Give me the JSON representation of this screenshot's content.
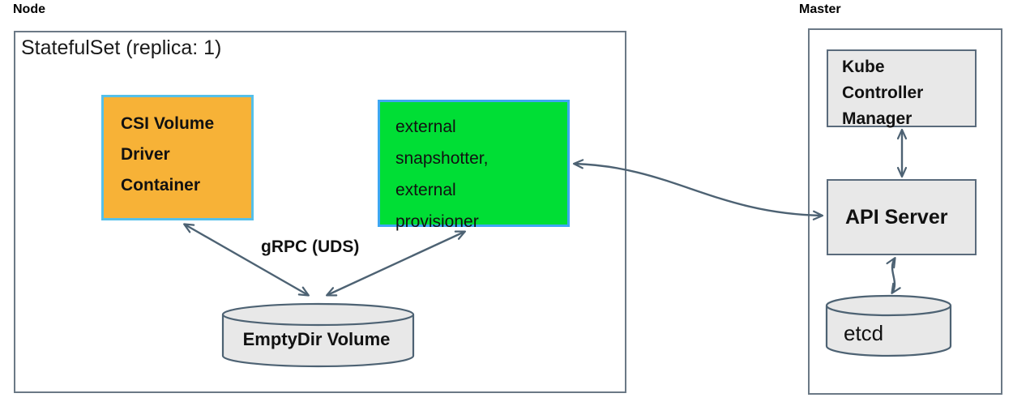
{
  "node": {
    "label": "Node",
    "stateful_set_label": "StatefulSet (replica: 1)",
    "csi_driver_label": "CSI Volume\nDriver\nContainer",
    "sidecars_label": "external\nsnapshotter,\nexternal\nprovisioner",
    "grpc_label": "gRPC (UDS)",
    "emptydir_label": "EmptyDir Volume"
  },
  "master": {
    "label": "Master",
    "kcm_label": "Kube\nController\nManager",
    "api_server_label": "API Server",
    "etcd_label": "etcd"
  },
  "colors": {
    "csi_box_fill": "#f7b237",
    "csi_box_border": "#55c0ea",
    "sidecar_box_fill": "#00de35",
    "sidecar_box_border": "#3ea7f2",
    "gray_box_fill": "#e8e8e8",
    "gray_box_border": "#5a6b7c",
    "cylinder_fill": "#e8e8e8",
    "cylinder_border": "#4d6273",
    "arrow": "#4d6273",
    "outer_box_border": "#6b7986",
    "text": "#111111"
  }
}
